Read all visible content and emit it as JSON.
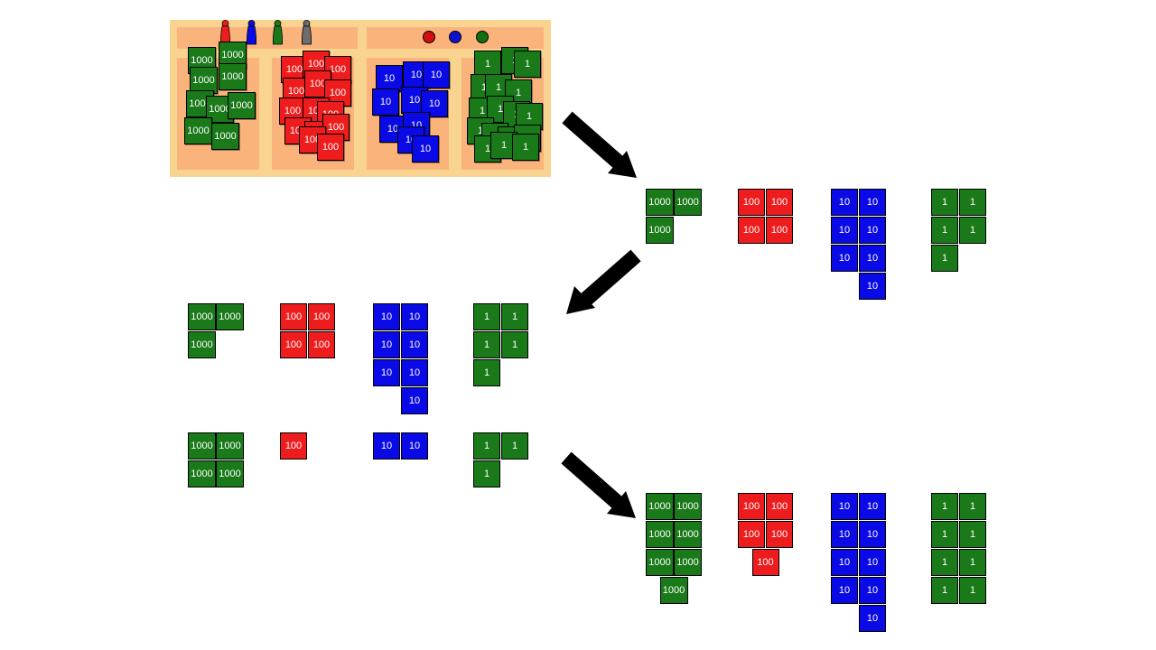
{
  "colors": {
    "thousand": "#1a7a1a",
    "hundred": "#ee1c1c",
    "ten": "#0a0ae6",
    "unit": "#1a7a1a",
    "tray": "#f9d390",
    "compartment": "#fbb37c",
    "arrow": "#000000"
  },
  "tray": {
    "skittles": [
      "red",
      "blue",
      "green",
      "gray"
    ],
    "beads": [
      "red",
      "blue",
      "green"
    ],
    "labels": {
      "thousand": "1000",
      "hundred": "100",
      "ten": "10",
      "unit": "1"
    }
  },
  "quantities": {
    "first_addend": {
      "thousands": 3,
      "hundreds": 4,
      "tens": 7,
      "units": 5
    },
    "second_addend": {
      "thousands": 4,
      "hundreds": 1,
      "tens": 2,
      "units": 3
    },
    "sum": {
      "thousands": 7,
      "hundreds": 5,
      "tens": 9,
      "units": 8
    }
  },
  "tile_labels": {
    "thousand": "1000",
    "hundred": "100",
    "ten": "10",
    "unit": "1"
  },
  "arrows": [
    "down-right",
    "down-left",
    "down-right"
  ]
}
